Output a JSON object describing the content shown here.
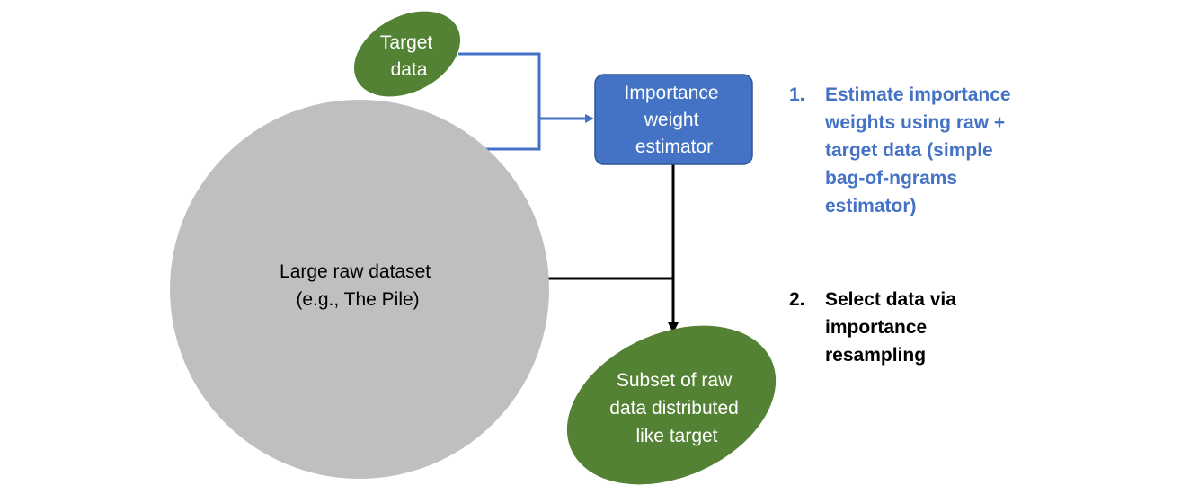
{
  "nodes": {
    "target_data": {
      "lines": [
        "Target",
        "data"
      ],
      "fill": "#548235",
      "text_color": "#ffffff"
    },
    "estimator": {
      "lines": [
        "Importance",
        "weight",
        "estimator"
      ],
      "fill": "#4472c4",
      "stroke": "#2f5597",
      "text_color": "#ffffff"
    },
    "raw_dataset": {
      "lines": [
        "Large raw dataset",
        "(e.g., The Pile)"
      ],
      "fill": "#bfbfbf",
      "text_color": "#000000"
    },
    "subset": {
      "lines": [
        "Subset of raw",
        "data distributed",
        "like target"
      ],
      "fill": "#548235",
      "text_color": "#ffffff"
    }
  },
  "connectors": {
    "inputs_color": "#4472c4",
    "output_color": "#000000"
  },
  "steps": [
    {
      "number": "1.",
      "text": "Estimate importance weights using raw + target data (simple bag-of-ngrams estimator)",
      "color": "#4472c4"
    },
    {
      "number": "2.",
      "text": "Select data via importance resampling",
      "color": "#000000"
    }
  ]
}
